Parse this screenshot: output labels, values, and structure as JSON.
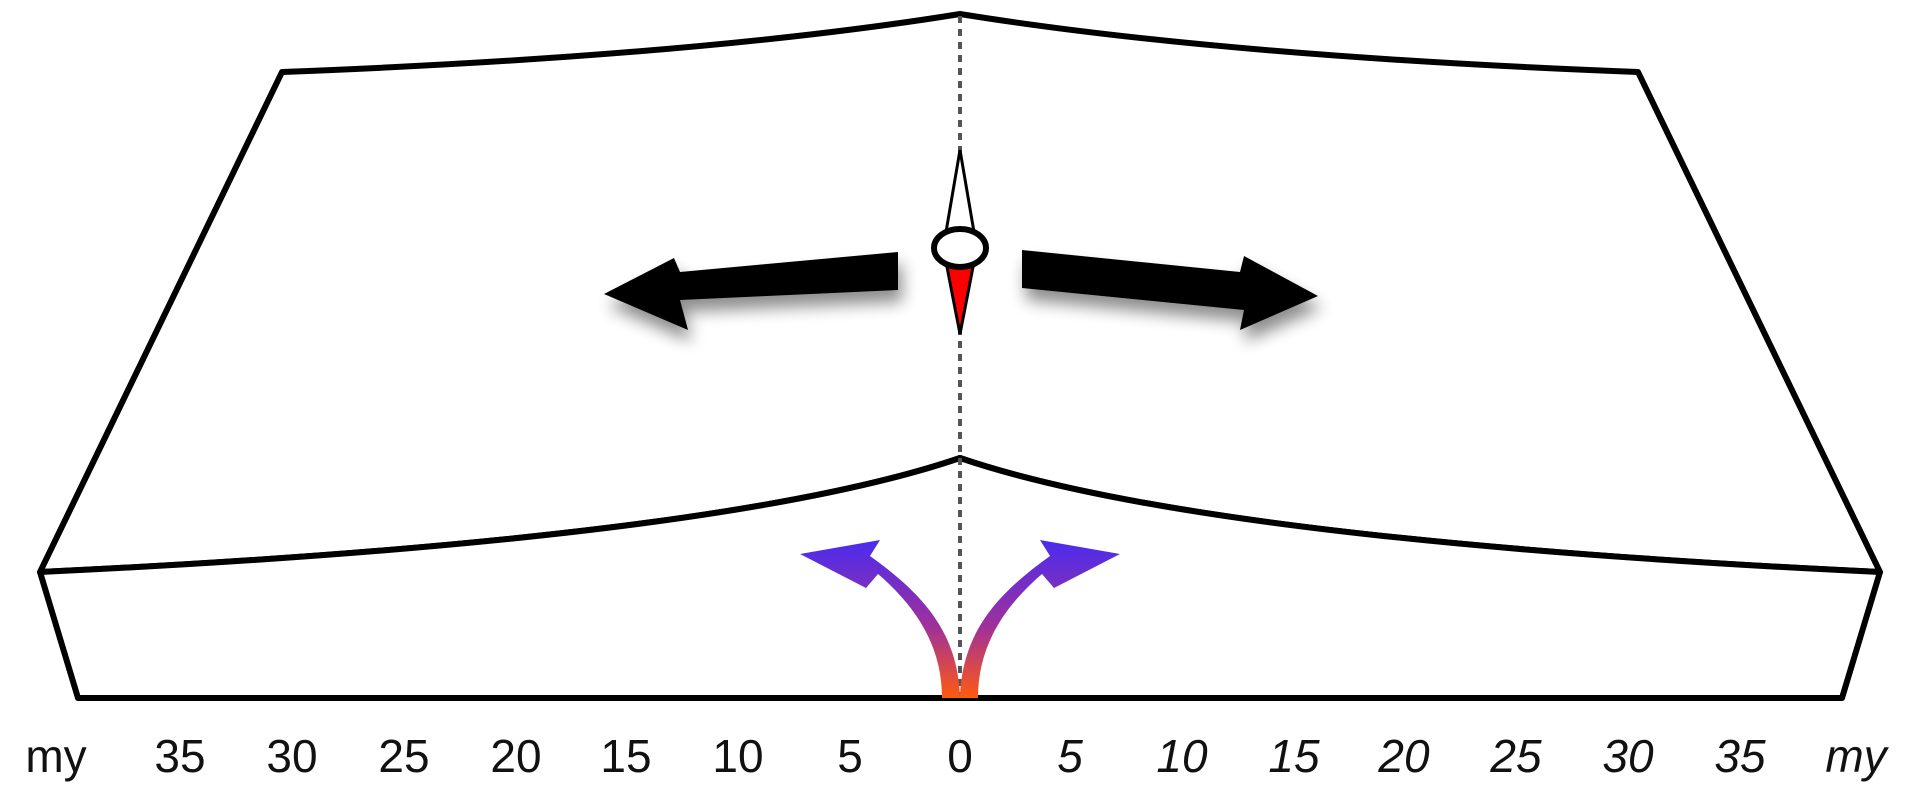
{
  "axis": {
    "left_unit": "my",
    "right_unit": "my",
    "left_ticks": [
      "35",
      "30",
      "25",
      "20",
      "15",
      "10",
      "5"
    ],
    "center_tick": "0",
    "right_ticks": [
      "5",
      "10",
      "15",
      "20",
      "25",
      "30",
      "35"
    ]
  },
  "colors": {
    "outline": "#000000",
    "ridge_axis": "#555555",
    "spreading_arrow": "#000000",
    "magma_top": "#4a2cf0",
    "magma_bottom": "#ff5a10",
    "needle_south": "#ff0000"
  },
  "icons": {
    "spread_left": "arrow-left-icon",
    "spread_right": "arrow-right-icon",
    "compass": "compass-needle-icon",
    "upwelling": "magma-upwelling-icon"
  }
}
